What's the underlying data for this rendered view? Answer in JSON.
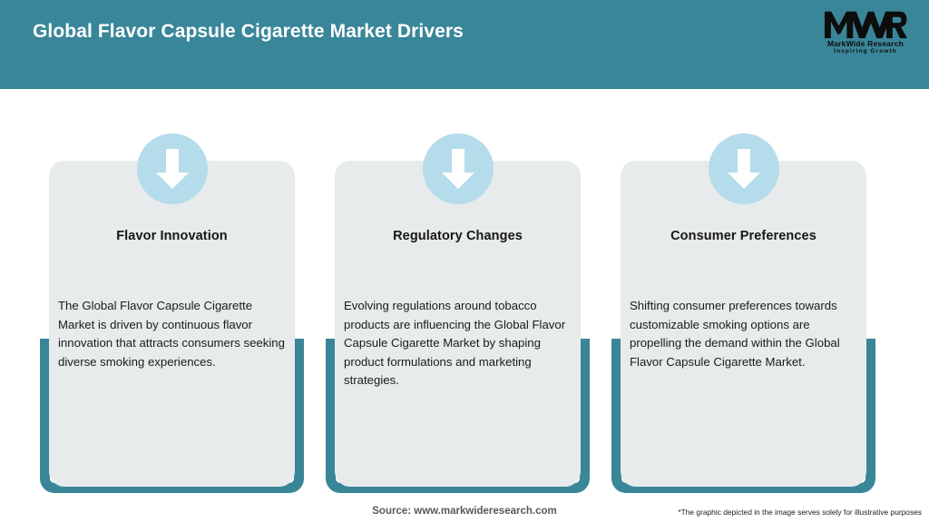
{
  "header": {
    "title": "Global Flavor Capsule Cigarette Market Drivers",
    "background_color": "#3a8699",
    "title_color": "#ffffff"
  },
  "logo": {
    "mark": "MWR",
    "name": "MarkWide Research",
    "tagline": "Inspiring Growth"
  },
  "cards": [
    {
      "icon": "down-arrow-icon",
      "title": "Flavor Innovation",
      "body": "The Global Flavor Capsule Cigarette Market is driven by continuous flavor innovation that attracts consumers seeking diverse smoking experiences."
    },
    {
      "icon": "down-arrow-icon",
      "title": "Regulatory Changes",
      "body": "Evolving regulations around tobacco products are influencing the Global Flavor Capsule Cigarette Market by shaping product formulations and marketing strategies."
    },
    {
      "icon": "down-arrow-icon",
      "title": "Consumer Preferences",
      "body": "Shifting consumer preferences towards customizable smoking options are propelling the demand within the Global Flavor Capsule Cigarette Market."
    }
  ],
  "footer": {
    "source": "Source: www.markwideresearch.com",
    "disclaimer": "*The graphic depicted in the image serves solely for illustrative purposes"
  },
  "theme": {
    "accent_teal": "#3a8699",
    "panel_gray": "#e7ebec",
    "icon_blue": "#b5dcea",
    "arrow_white": "#ffffff"
  }
}
